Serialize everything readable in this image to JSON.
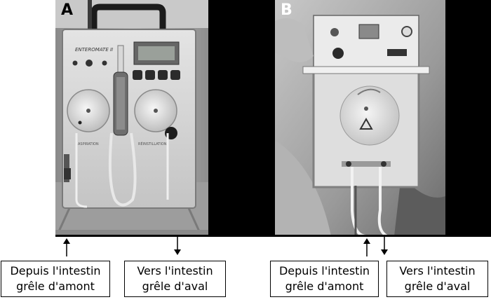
{
  "panels": [
    {
      "letter": "A",
      "device_label": "ENTEROMATE II",
      "left_wheel_label": "ASPIRATION",
      "right_wheel_label": "RÉINSTILLATION"
    },
    {
      "letter": "B"
    }
  ],
  "captions": {
    "a_upstream": [
      "Depuis l'intestin",
      "grêle d'amont"
    ],
    "a_downstream": [
      "Vers l'intestin",
      "grêle d'aval"
    ],
    "b_upstream": [
      "Depuis l'intestin",
      "grêle d'amont"
    ],
    "b_downstream": [
      "Vers l'intestin",
      "grêle d'aval"
    ]
  },
  "colors": {
    "background": "#000000",
    "device_a": "#d9d9d9",
    "device_b": "#e6e6e6"
  }
}
